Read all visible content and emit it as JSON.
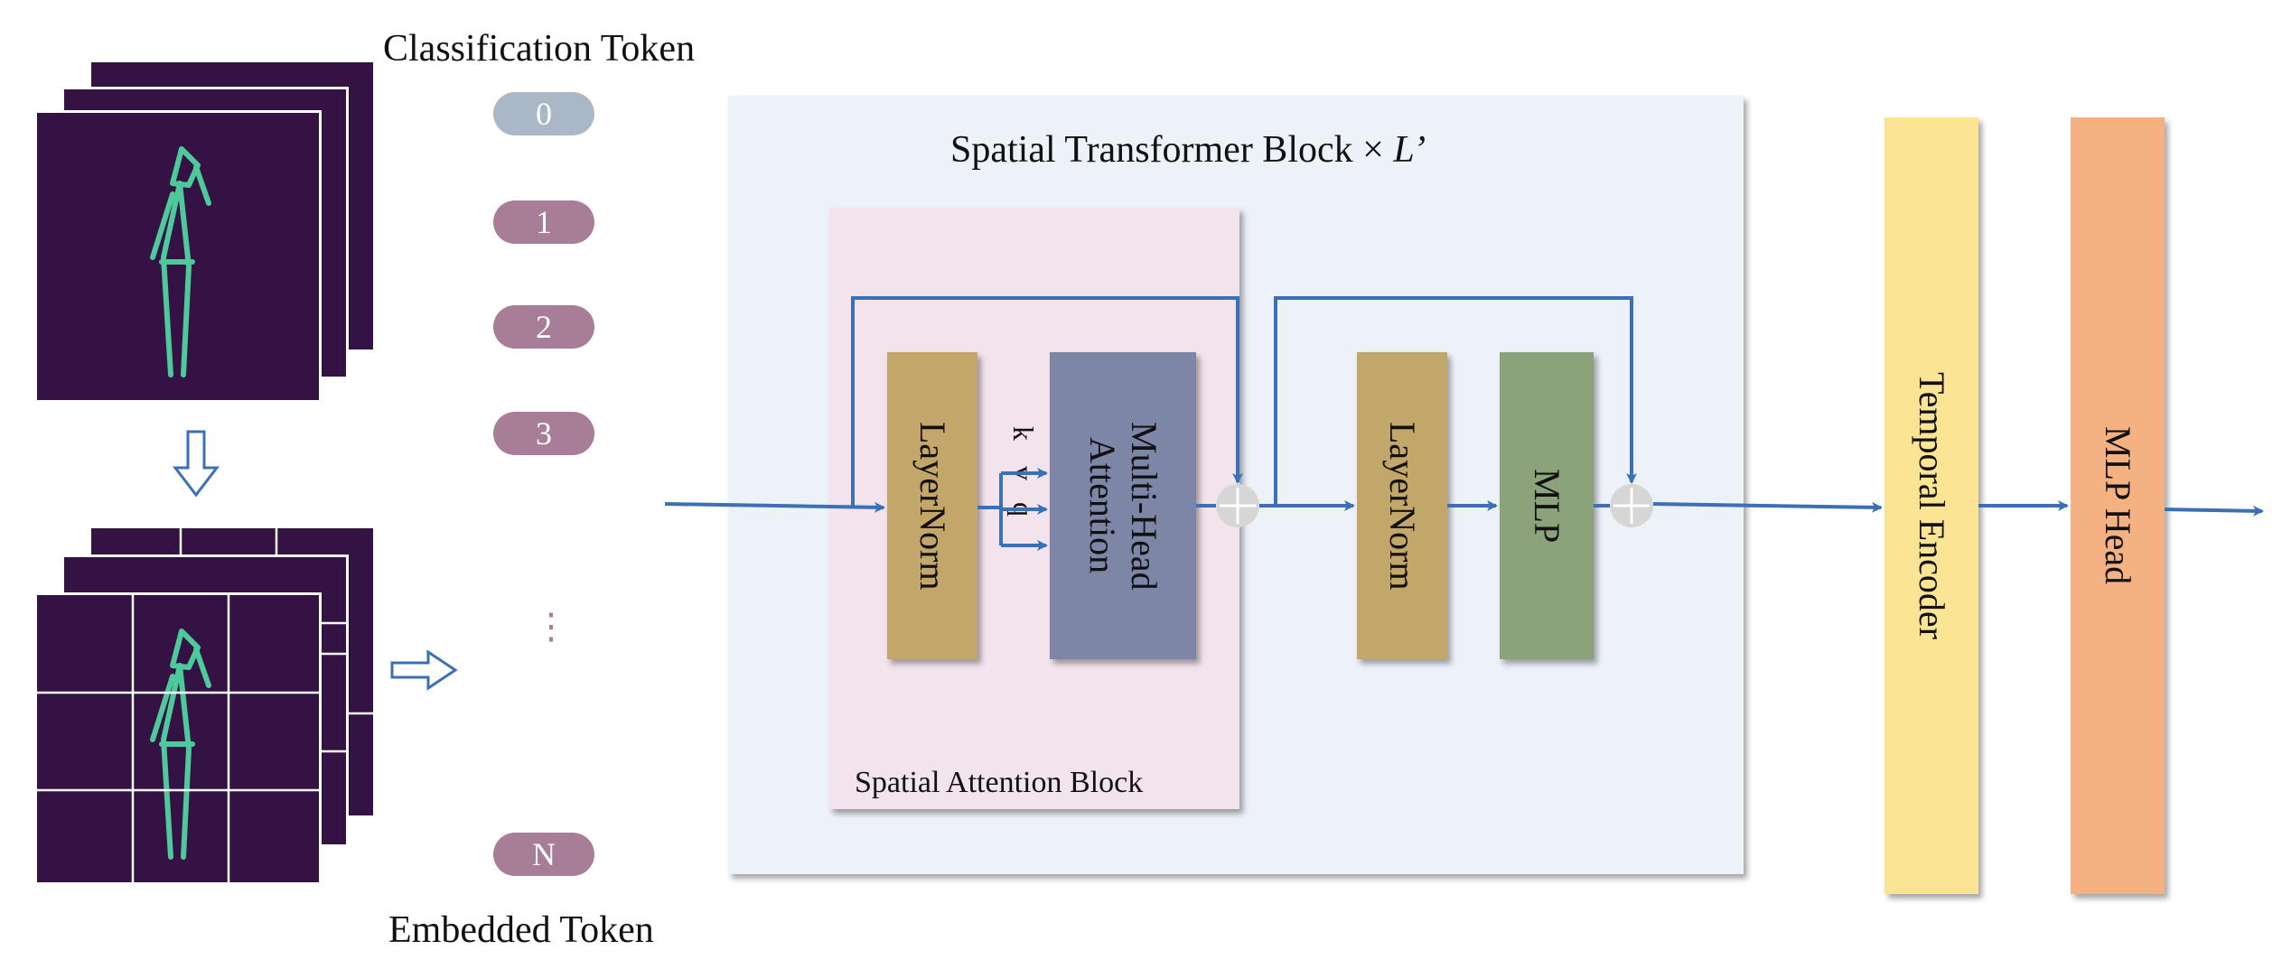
{
  "labels": {
    "classification_token": "Classification Token",
    "embedded_token": "Embedded Token",
    "panel_title": "Spatial Transformer Block × ",
    "panel_title_symbol": "L’",
    "inner_panel": "Spatial Attention Block",
    "layernorm_1": "LayerNorm",
    "multihead": "Multi-Head Attention",
    "layernorm_2": "LayerNorm",
    "mlp": "MLP",
    "temporal_encoder": "Temporal  Encoder",
    "mlp_head": "MLP Head",
    "kvq": [
      "k",
      "v",
      "q"
    ],
    "ellipsis": "⋮"
  },
  "tokens": [
    "0",
    "1",
    "2",
    "3",
    "N"
  ],
  "colors": {
    "frame_bg": "#341344",
    "skeleton": "#4fd3a0",
    "token_cls": "#a9b7c6",
    "token": "#a77d98",
    "outer_panel": "#edf1f8",
    "inner_panel": "#f3e3ec",
    "layernorm": "#c2a66a",
    "attention": "#7e86a7",
    "mlp": "#8ca27a",
    "temporal": "#fbe594",
    "mlp_head": "#f4b283",
    "arrow": "#3b6fb6"
  }
}
